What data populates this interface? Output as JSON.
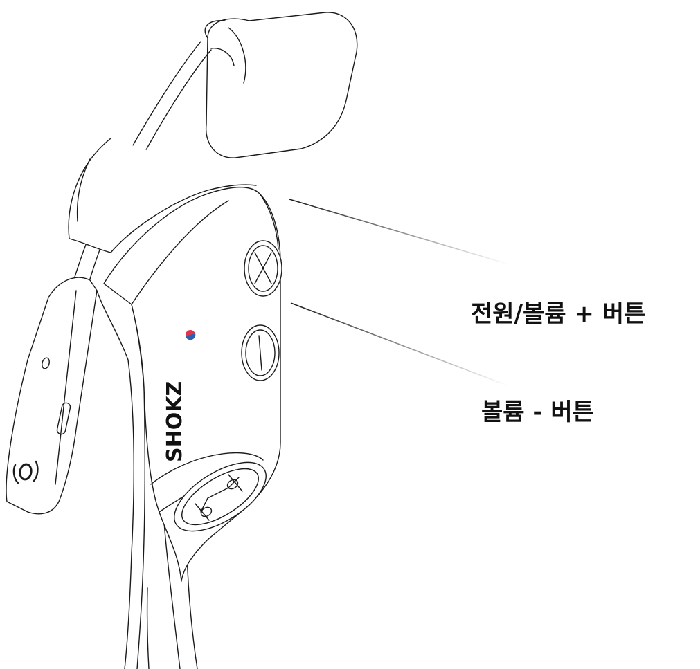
{
  "callouts": {
    "power_volume_plus": "전원/볼륨 + 버튼",
    "volume_minus": "볼륨 - 버튼"
  },
  "brand_logo_text": "SHOKZ",
  "colors": {
    "line": "#1a1a1a",
    "led_red": "#e0344a",
    "led_blue": "#2f5fb5",
    "label": "#111111"
  }
}
